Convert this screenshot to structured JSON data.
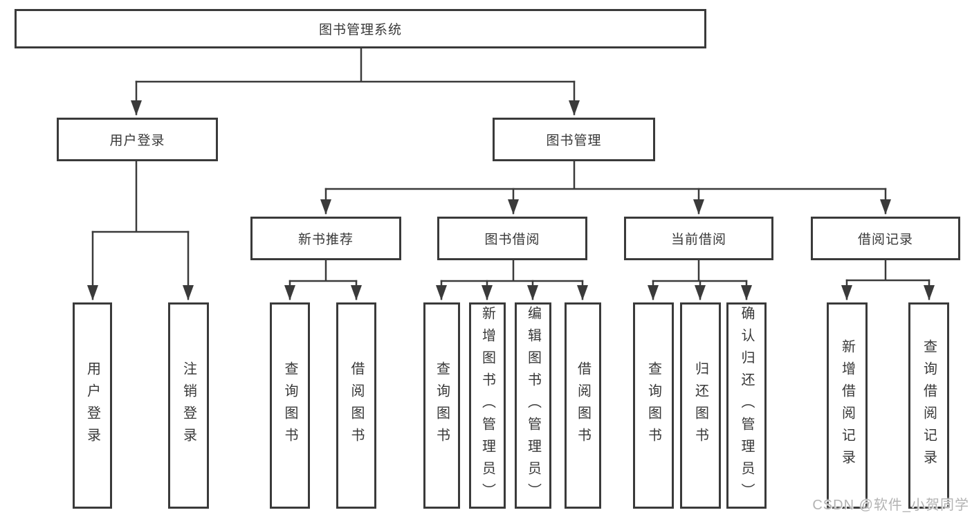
{
  "diagram": {
    "type": "hierarchy-tree",
    "nodes": {
      "root": "图书管理系统",
      "user_login": "用户登录",
      "book_management": "图书管理",
      "new_book_recommend": "新书推荐",
      "book_borrowing": "图书借阅",
      "current_borrowing": "当前借阅",
      "borrowing_records": "借阅记录",
      "leaf_user_login": "用户登录",
      "leaf_logout": "注销登录",
      "leaf_query_book_recommend": "查询图书",
      "leaf_borrow_book_recommend": "借阅图书",
      "leaf_query_book_borrowing": "查询图书",
      "leaf_add_book_admin": "新增图书（管理员）",
      "leaf_edit_book_admin": "编辑图书（管理员）",
      "leaf_borrow_book_borrowing": "借阅图书",
      "leaf_query_book_current": "查询图书",
      "leaf_return_book": "归还图书",
      "leaf_confirm_return_admin": "确认归还（管理员）",
      "leaf_new_borrow_record": "新增借阅记录",
      "leaf_query_borrow_record": "查询借阅记录"
    },
    "edges": [
      [
        "root",
        "user_login"
      ],
      [
        "root",
        "book_management"
      ],
      [
        "user_login",
        "leaf_user_login"
      ],
      [
        "user_login",
        "leaf_logout"
      ],
      [
        "book_management",
        "new_book_recommend"
      ],
      [
        "book_management",
        "book_borrowing"
      ],
      [
        "book_management",
        "current_borrowing"
      ],
      [
        "book_management",
        "borrowing_records"
      ],
      [
        "new_book_recommend",
        "leaf_query_book_recommend"
      ],
      [
        "new_book_recommend",
        "leaf_borrow_book_recommend"
      ],
      [
        "book_borrowing",
        "leaf_query_book_borrowing"
      ],
      [
        "book_borrowing",
        "leaf_add_book_admin"
      ],
      [
        "book_borrowing",
        "leaf_edit_book_admin"
      ],
      [
        "book_borrowing",
        "leaf_borrow_book_borrowing"
      ],
      [
        "current_borrowing",
        "leaf_query_book_current"
      ],
      [
        "current_borrowing",
        "leaf_return_book"
      ],
      [
        "current_borrowing",
        "leaf_confirm_return_admin"
      ],
      [
        "borrowing_records",
        "leaf_new_borrow_record"
      ],
      [
        "borrowing_records",
        "leaf_query_borrow_record"
      ]
    ]
  },
  "watermark": {
    "text": "CSDN @软件_小贺同学"
  },
  "colors": {
    "line": "#3a3a3a",
    "box_border": "#3a3a3a",
    "text": "#383838",
    "watermark": "#b3b3b3",
    "background": "#ffffff"
  }
}
